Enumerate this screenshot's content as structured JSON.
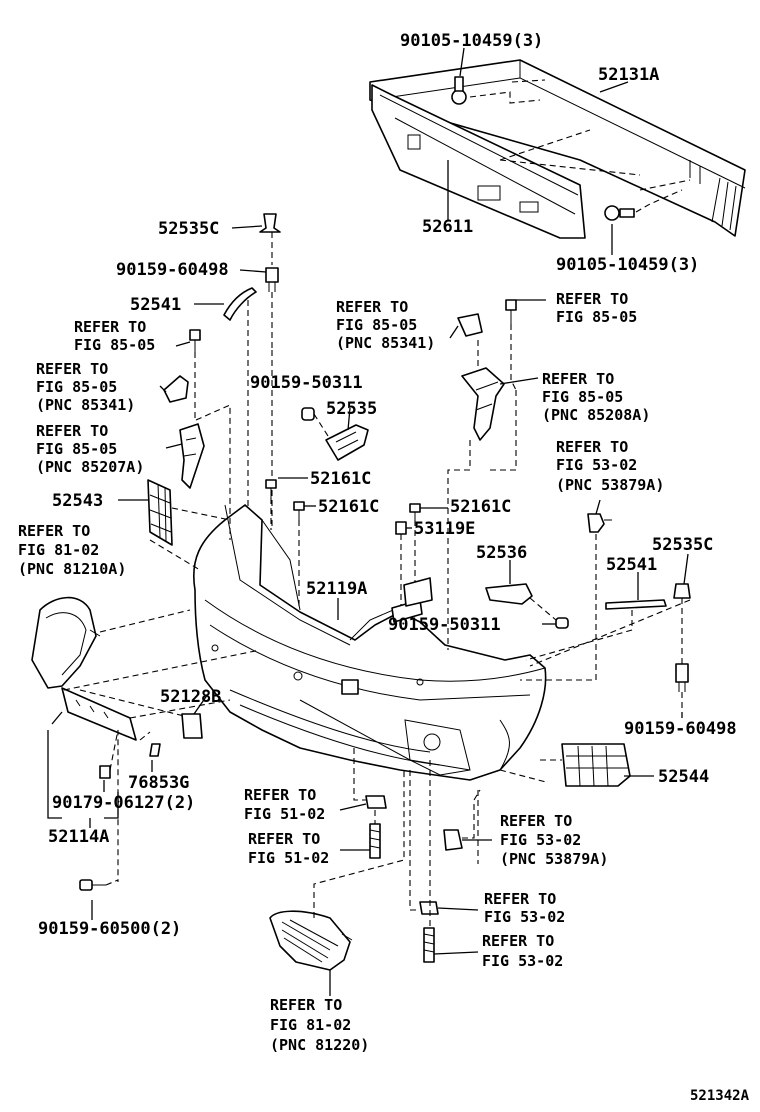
{
  "diagram_id": "521342A",
  "parts": {
    "p90105_top": "90105-10459(3)",
    "p52131A": "52131A",
    "p52611": "52611",
    "p90105_right": "90105-10459(3)",
    "p52535C_left": "52535C",
    "p90159_60498_left": "90159-60498",
    "p52541_left": "52541",
    "p52543": "52543",
    "p90159_50311_top": "90159-50311",
    "p52535": "52535",
    "p52161C_1": "52161C",
    "p52161C_2": "52161C",
    "p52161C_3": "52161C",
    "p53119E": "53119E",
    "p52536": "52536",
    "p52535C_right": "52535C",
    "p52541_right": "52541",
    "p52119A": "52119A",
    "p90159_50311_mid": "90159-50311",
    "p90159_60498_right": "90159-60498",
    "p52128B": "52128B",
    "p76853G": "76853G",
    "p90179": "90179-06127(2)",
    "p52114A": "52114A",
    "p52544": "52544",
    "p90159_60500": "90159-60500(2)"
  },
  "refs": {
    "r1": [
      "REFER TO",
      "FIG 85-05",
      "(PNC 85341)"
    ],
    "r2": [
      "REFER TO",
      "FIG 85-05"
    ],
    "r3": [
      "REFER TO",
      "FIG 85-05"
    ],
    "r4": [
      "REFER TO",
      "FIG 85-05",
      "(PNC 85341)"
    ],
    "r5": [
      "REFER TO",
      "FIG 85-05",
      "(PNC 85208A)"
    ],
    "r6": [
      "REFER TO",
      "FIG 85-05",
      "(PNC 85207A)"
    ],
    "r7": [
      "REFER TO",
      "FIG 53-02",
      "(PNC 53879A)"
    ],
    "r8": [
      "REFER TO",
      "FIG 81-02",
      "(PNC 81210A)"
    ],
    "r9": [
      "REFER TO",
      "FIG 51-02"
    ],
    "r10": [
      "REFER TO",
      "FIG 51-02"
    ],
    "r11": [
      "REFER TO",
      "FIG 53-02",
      "(PNC 53879A)"
    ],
    "r12": [
      "REFER TO",
      "FIG 53-02"
    ],
    "r13": [
      "REFER TO",
      "FIG 53-02"
    ],
    "r14": [
      "REFER TO",
      "FIG 81-02",
      "(PNC 81220)"
    ]
  }
}
